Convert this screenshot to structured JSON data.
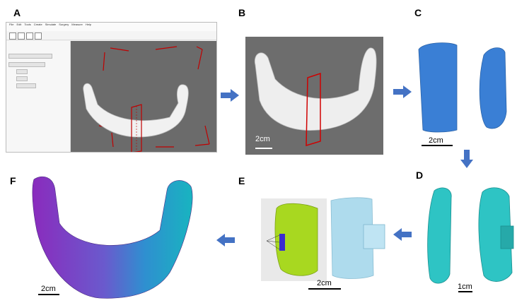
{
  "panels": {
    "A": {
      "label": "A"
    },
    "B": {
      "label": "B",
      "scale_label": "2cm"
    },
    "C": {
      "label": "C",
      "scale_label": "2cm"
    },
    "D": {
      "label": "D",
      "scale_label": "1cm"
    },
    "E": {
      "label": "E",
      "scale_label": "2cm"
    },
    "F": {
      "label": "F",
      "scale_label": "2cm"
    }
  },
  "colors": {
    "arrow": "#4472c4",
    "bone": "#f2f2f2",
    "cut_plane": "#c00000",
    "segment_blue": "#3a7fd5",
    "segment_cyan": "#2ec4c4",
    "guide_green": "#a8d820",
    "implant_ice": "#a6d8ec",
    "mandible_purple": "#8a2bbd",
    "mandible_violet": "#6a5acd",
    "mandible_teal": "#18b4c0"
  }
}
